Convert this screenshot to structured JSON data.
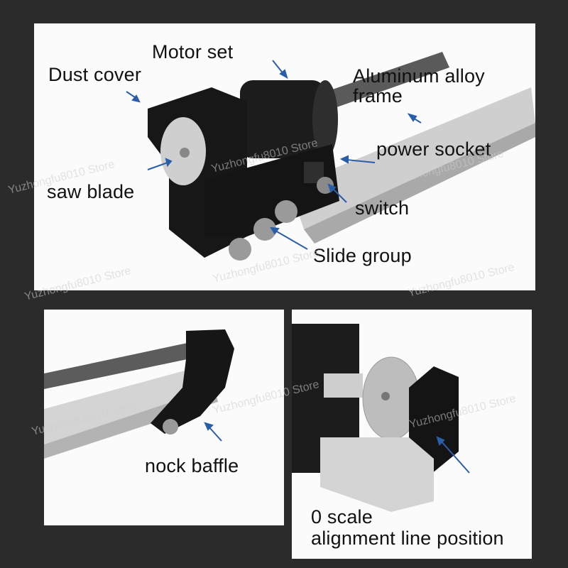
{
  "labels": {
    "dust_cover": "Dust cover",
    "motor_set": "Motor set",
    "frame_line1": "Aluminum alloy",
    "frame_line2": "frame",
    "power_socket": "power socket",
    "saw_blade": "saw blade",
    "switch": "switch",
    "slide_group": "Slide group",
    "nock_baffle": "nock baffle",
    "zero_scale_line1": "0 scale",
    "zero_scale_line2": "alignment line position"
  },
  "watermark": "Yuzhongfu8010 Store",
  "colors": {
    "background": "#2b2b2b",
    "panel": "#fbfbfb",
    "arrow": "#2b5ea8",
    "machine": "#1a1a1a",
    "rail": "#c7c7c7"
  }
}
